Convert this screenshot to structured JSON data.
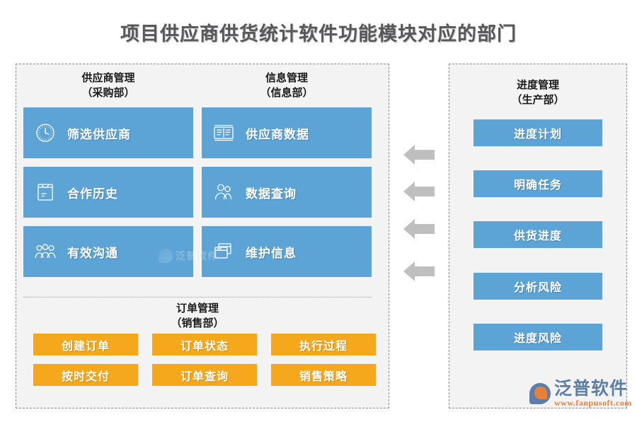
{
  "title": "项目供应商供货统计软件功能模块对应的部门",
  "colors": {
    "module_blue": "#5ca3d6",
    "order_orange": "#f6a81c",
    "panel_bg": "#f3f3f3",
    "panel_border": "#8c8c8c",
    "title_text": "#58585a",
    "arrow_gray": "#bfbfbf"
  },
  "left_panel": {
    "columns": [
      {
        "header_line1": "供应商管理",
        "header_line2": "（采购部）",
        "modules": [
          {
            "label": "筛选供应商",
            "icon": "clock-icon"
          },
          {
            "label": "合作历史",
            "icon": "envelope-folder-icon"
          },
          {
            "label": "有效沟通",
            "icon": "group-people-icon"
          }
        ]
      },
      {
        "header_line1": "信息管理",
        "header_line2": "（信息部）",
        "modules": [
          {
            "label": "供应商数据",
            "icon": "data-list-icon"
          },
          {
            "label": "数据查询",
            "icon": "two-people-icon"
          },
          {
            "label": "维护信息",
            "icon": "windows-stack-icon"
          }
        ]
      }
    ],
    "order_section": {
      "header_line1": "订单管理",
      "header_line2": "（销售部）",
      "buttons": [
        "创建订单",
        "订单状态",
        "执行过程",
        "按时交付",
        "订单查询",
        "销售策略"
      ]
    }
  },
  "right_panel": {
    "header_line1": "进度管理",
    "header_line2": "（生产部）",
    "items": [
      "进度计划",
      "明确任务",
      "供货进度",
      "分析风险",
      "进度风险"
    ]
  },
  "arrows": {
    "count": 4,
    "direction": "left"
  },
  "watermark": {
    "brand": "泛普软件",
    "url": "www.fanpusoft.com",
    "center_brand": "泛普软件"
  }
}
